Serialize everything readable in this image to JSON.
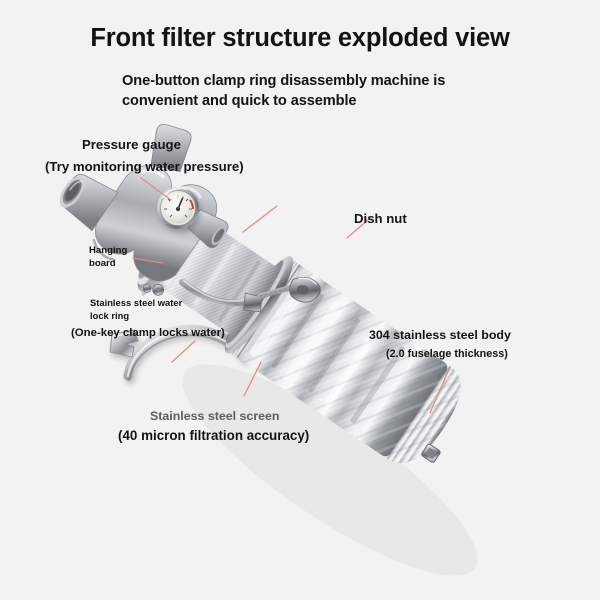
{
  "page": {
    "background_color": "#f2f2f2",
    "title": "Front filter structure exploded view",
    "subtitle": "One-button clamp ring disassembly machine is convenient and quick to assemble"
  },
  "theme": {
    "text_color": "#131313",
    "muted_text_color": "#5d5d5d",
    "leader_line_color": "#e08b87",
    "metal_light": "#fafafa",
    "metal_mid": "#b9bcc0",
    "metal_dark": "#6e7277",
    "metal_shadow": "#4a4d51"
  },
  "callouts": [
    {
      "id": "pressure-gauge",
      "label": "Pressure gauge",
      "sub_label": "(Try monitoring water pressure)",
      "color": "#131313"
    },
    {
      "id": "hanging-board",
      "label": "Hanging\nboard",
      "sub_label": "",
      "color": "#131313"
    },
    {
      "id": "water-lock-ring",
      "label": "Stainless steel water\nlock ring",
      "sub_label": "(One-key clamp locks water)",
      "color": "#131313"
    },
    {
      "id": "dish-nut",
      "label": "Dish nut",
      "sub_label": "",
      "color": "#131313"
    },
    {
      "id": "steel-body",
      "label": "304 stainless steel body",
      "sub_label": "(2.0 fuselage thickness)",
      "color": "#131313"
    },
    {
      "id": "steel-screen",
      "label": "Stainless steel screen",
      "sub_label": "(40 micron filtration accuracy)",
      "color": "#5d5d5d"
    }
  ],
  "product": {
    "name": "pre-filter-assembly",
    "parts": [
      "pressure-gauge",
      "cross-fitting-head",
      "hanging-board-port",
      "stainless-steel-screen-cylinder",
      "clamp-ring-arm",
      "dish-nut",
      "detached-clamp-band",
      "304-stainless-steel-body",
      "drain-plug"
    ]
  }
}
